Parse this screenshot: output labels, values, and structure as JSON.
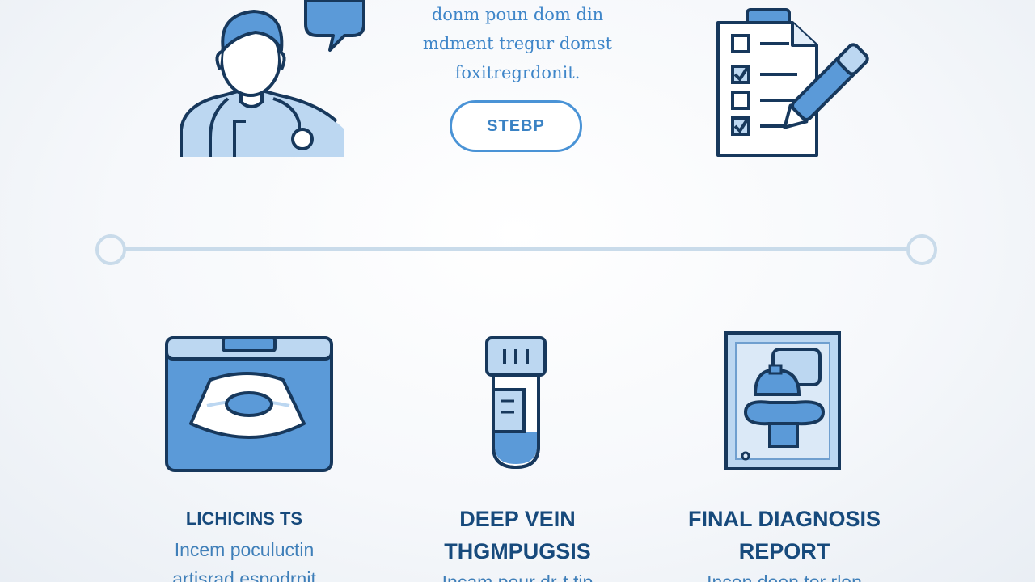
{
  "header": {
    "text_lines": [
      "donm poun dom din",
      "mdment tregur domst",
      "foxitregrdonit."
    ],
    "step_button_label": "STEBP"
  },
  "cards": [
    {
      "title_lines": [
        "LICHICINS TS"
      ],
      "desc_lines": [
        "Incem poculuctin",
        "artisrad espodrnit"
      ],
      "icon": "ultrasound-scan-icon"
    },
    {
      "title_lines": [
        "DEEP VEIN",
        "THGMPUGSIS"
      ],
      "desc_lines": [
        "Incam pour dr-t tip"
      ],
      "icon": "test-tube-icon"
    },
    {
      "title_lines": [
        "FINAL DIAGNOSIS",
        "REPORT"
      ],
      "desc_lines": [
        "Incen deen tor rlon"
      ],
      "icon": "scan-report-icon"
    }
  ],
  "icons": {
    "top_left": "doctor-with-stethoscope-icon",
    "speech": "speech-bubble-icon",
    "top_right": "checklist-clipboard-icon",
    "pen": "pen-icon"
  },
  "colors": {
    "accent": "#4a93d6",
    "icon_fill": "#5b9ad8",
    "icon_fill_light": "#bcd7f1",
    "outline": "#17385c",
    "title": "#174a7c",
    "text": "#3f7fb9",
    "divider": "#c9dbea"
  }
}
